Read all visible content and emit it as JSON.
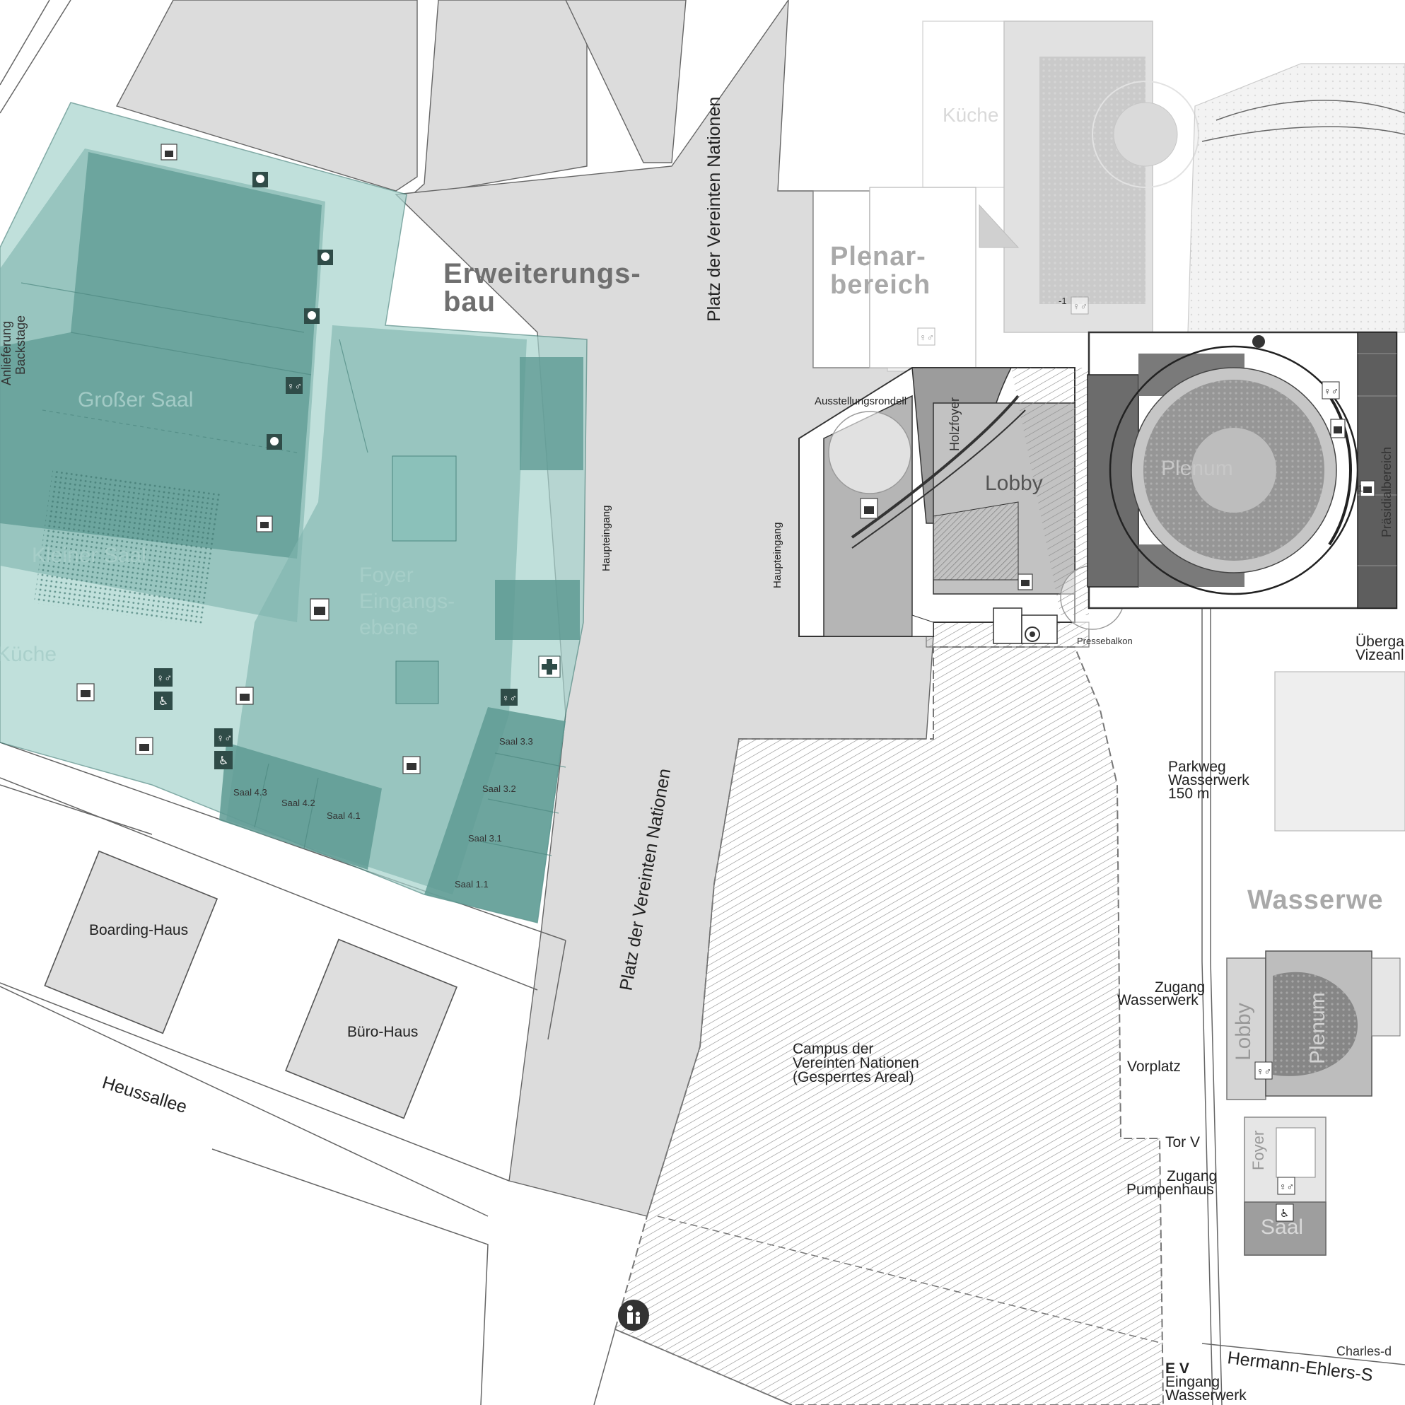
{
  "map": {
    "buildings": {
      "erweiterungsbau": "Erweiterungs-",
      "erweiterungsbau_2": "bau",
      "plenarbereich": "Plenar-",
      "plenarbereich_2": "bereich",
      "wasserwerk": "Wasserwe",
      "boarding_haus": "Boarding-Haus",
      "buero_haus": "Büro-Haus"
    },
    "rooms": {
      "grosser_saal": "Großer Saal",
      "kleiner_saal": "Kleiner Saal",
      "kueche_left": "Küche",
      "foyer": "Foyer",
      "foyer_2": "Eingangs-",
      "foyer_3": "ebene",
      "anlieferung": "Anlieferung",
      "backstage": "Backstage",
      "saal_3_3": "Saal 3.3",
      "saal_3_2": "Saal 3.2",
      "saal_3_1": "Saal 3.1",
      "saal_1_1": "Saal 1.1",
      "saal_4_3": "Saal 4.3",
      "saal_4_2": "Saal 4.2",
      "saal_4_1": "Saal 4.1",
      "kueche_right": "Küche",
      "ausstellungsrondell": "Ausstellungsrondell",
      "holzfoyer": "Holzfoyer",
      "lobby": "Lobby",
      "plenum": "Plenum",
      "praesidialbereich": "Präsidialbereich",
      "pressebalkon": "Pressebalkon",
      "ww_lobby": "Lobby",
      "ww_plenum": "Plenum",
      "ww_foyer": "Foyer",
      "ww_saal": "Saal"
    },
    "entrances": {
      "haupteingang_left": "Haupteingang",
      "haupteingang_right": "Haupteingang"
    },
    "streets": {
      "platz_vn_top": "Platz der Vereinten Nationen",
      "platz_vn_bottom": "Platz der Vereinten Nationen",
      "heussallee": "Heussallee",
      "hermann_ehlers": "Hermann-Ehlers-S",
      "charles": "Charles-d"
    },
    "areas": {
      "campus_1": "Campus der",
      "campus_2": "Vereinten Nationen",
      "campus_3": "(Gesperrtes Areal)",
      "parkweg_1": "Parkweg",
      "parkweg_2": "Wasserwerk",
      "parkweg_3": "150 m",
      "zugang_ww_1": "Zugang",
      "zugang_ww_2": "Wasserwerk",
      "vorplatz": "Vorplatz",
      "tor_v": "Tor V",
      "zugang_ph_1": "Zugang",
      "zugang_ph_2": "Pumpenhaus",
      "ev_1": "E V",
      "ev_2": "Eingang",
      "ev_3": "Wasserwerk",
      "uebergang_1": "Überga",
      "uebergang_2": "Vizeanl"
    },
    "icon_labels": {
      "level_minus_1_a": "-1",
      "level_minus_1_b": "-1"
    },
    "colors": {
      "teal_overlay": "#7fb5ae",
      "plaza_gray": "#dcdcdc",
      "plenum_dark": "#6a6a6a"
    }
  }
}
